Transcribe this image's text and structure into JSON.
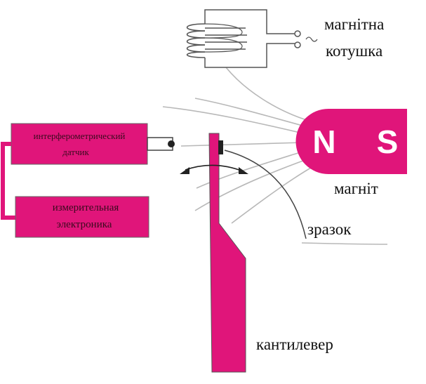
{
  "colors": {
    "magenta": "#e0157a",
    "field_lines": "#b8b8b8",
    "dark_outline": "#444444",
    "text": "#111111"
  },
  "labels": {
    "coil_line1": "магнітна",
    "coil_line2": "котушка",
    "magnet": "магніт",
    "sample": "зразок",
    "cantilever": "кантилевер",
    "sensor_line1": "интерферометрический",
    "sensor_line2": "датчик",
    "electronics_line1": "измерительная",
    "electronics_line2": "электроника"
  },
  "magnet_poles": {
    "north": "N",
    "south": "S"
  }
}
